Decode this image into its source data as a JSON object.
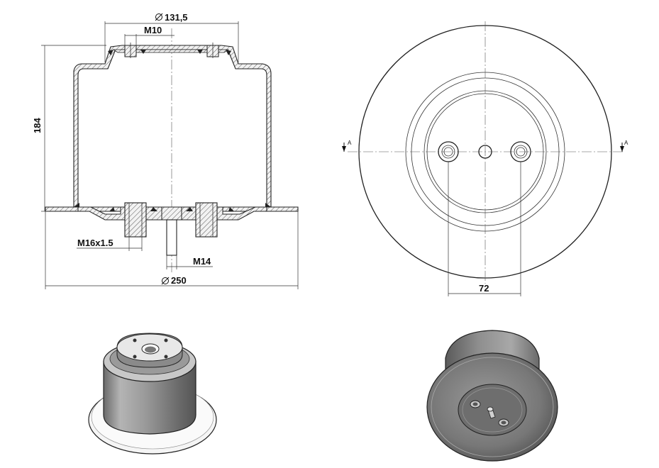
{
  "labels": {
    "diameter_top": "131,5",
    "thread_top": "M10",
    "height": "184",
    "thread_bottom": "M16x1.5",
    "thread_center": "M14",
    "diameter_base": "250",
    "hole_spacing": "72",
    "section_left": "A",
    "section_right": "A"
  },
  "symbols": {
    "diameter": "diameter-symbol"
  },
  "colors": {
    "line": "#222222",
    "metal_light": "#d8d8d8",
    "metal_mid": "#9c9c9c",
    "metal_dark": "#5a5a5a",
    "background": "#ffffff"
  }
}
